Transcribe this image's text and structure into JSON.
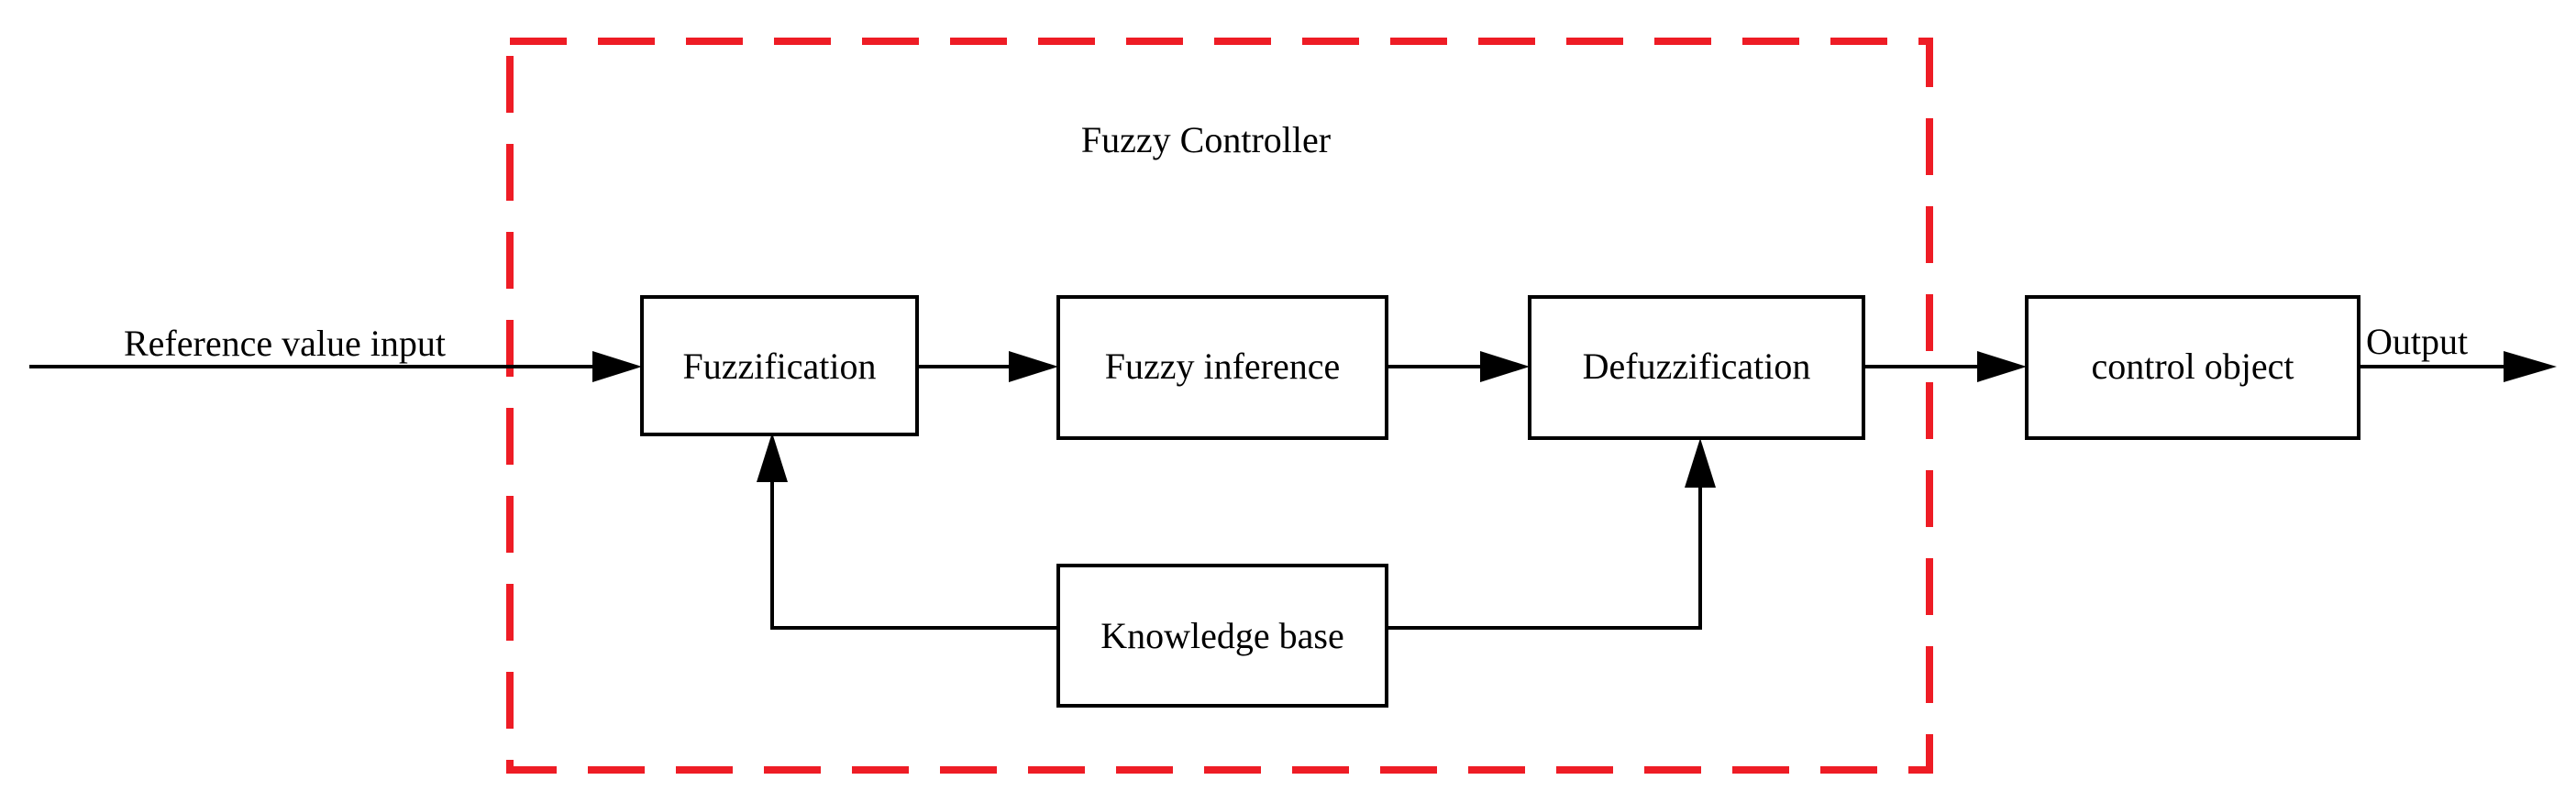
{
  "colors": {
    "boundary": "#ee1c25",
    "line": "#000000",
    "block_fill": "#ffffff"
  },
  "controller": {
    "title": "Fuzzy Controller"
  },
  "blocks": {
    "fuzzification": "Fuzzification",
    "inference": "Fuzzy inference",
    "defuzzification": "Defuzzification",
    "knowledge_base": "Knowledge base",
    "control_object": "control object"
  },
  "signals": {
    "input": "Reference value input",
    "output": "Output"
  }
}
